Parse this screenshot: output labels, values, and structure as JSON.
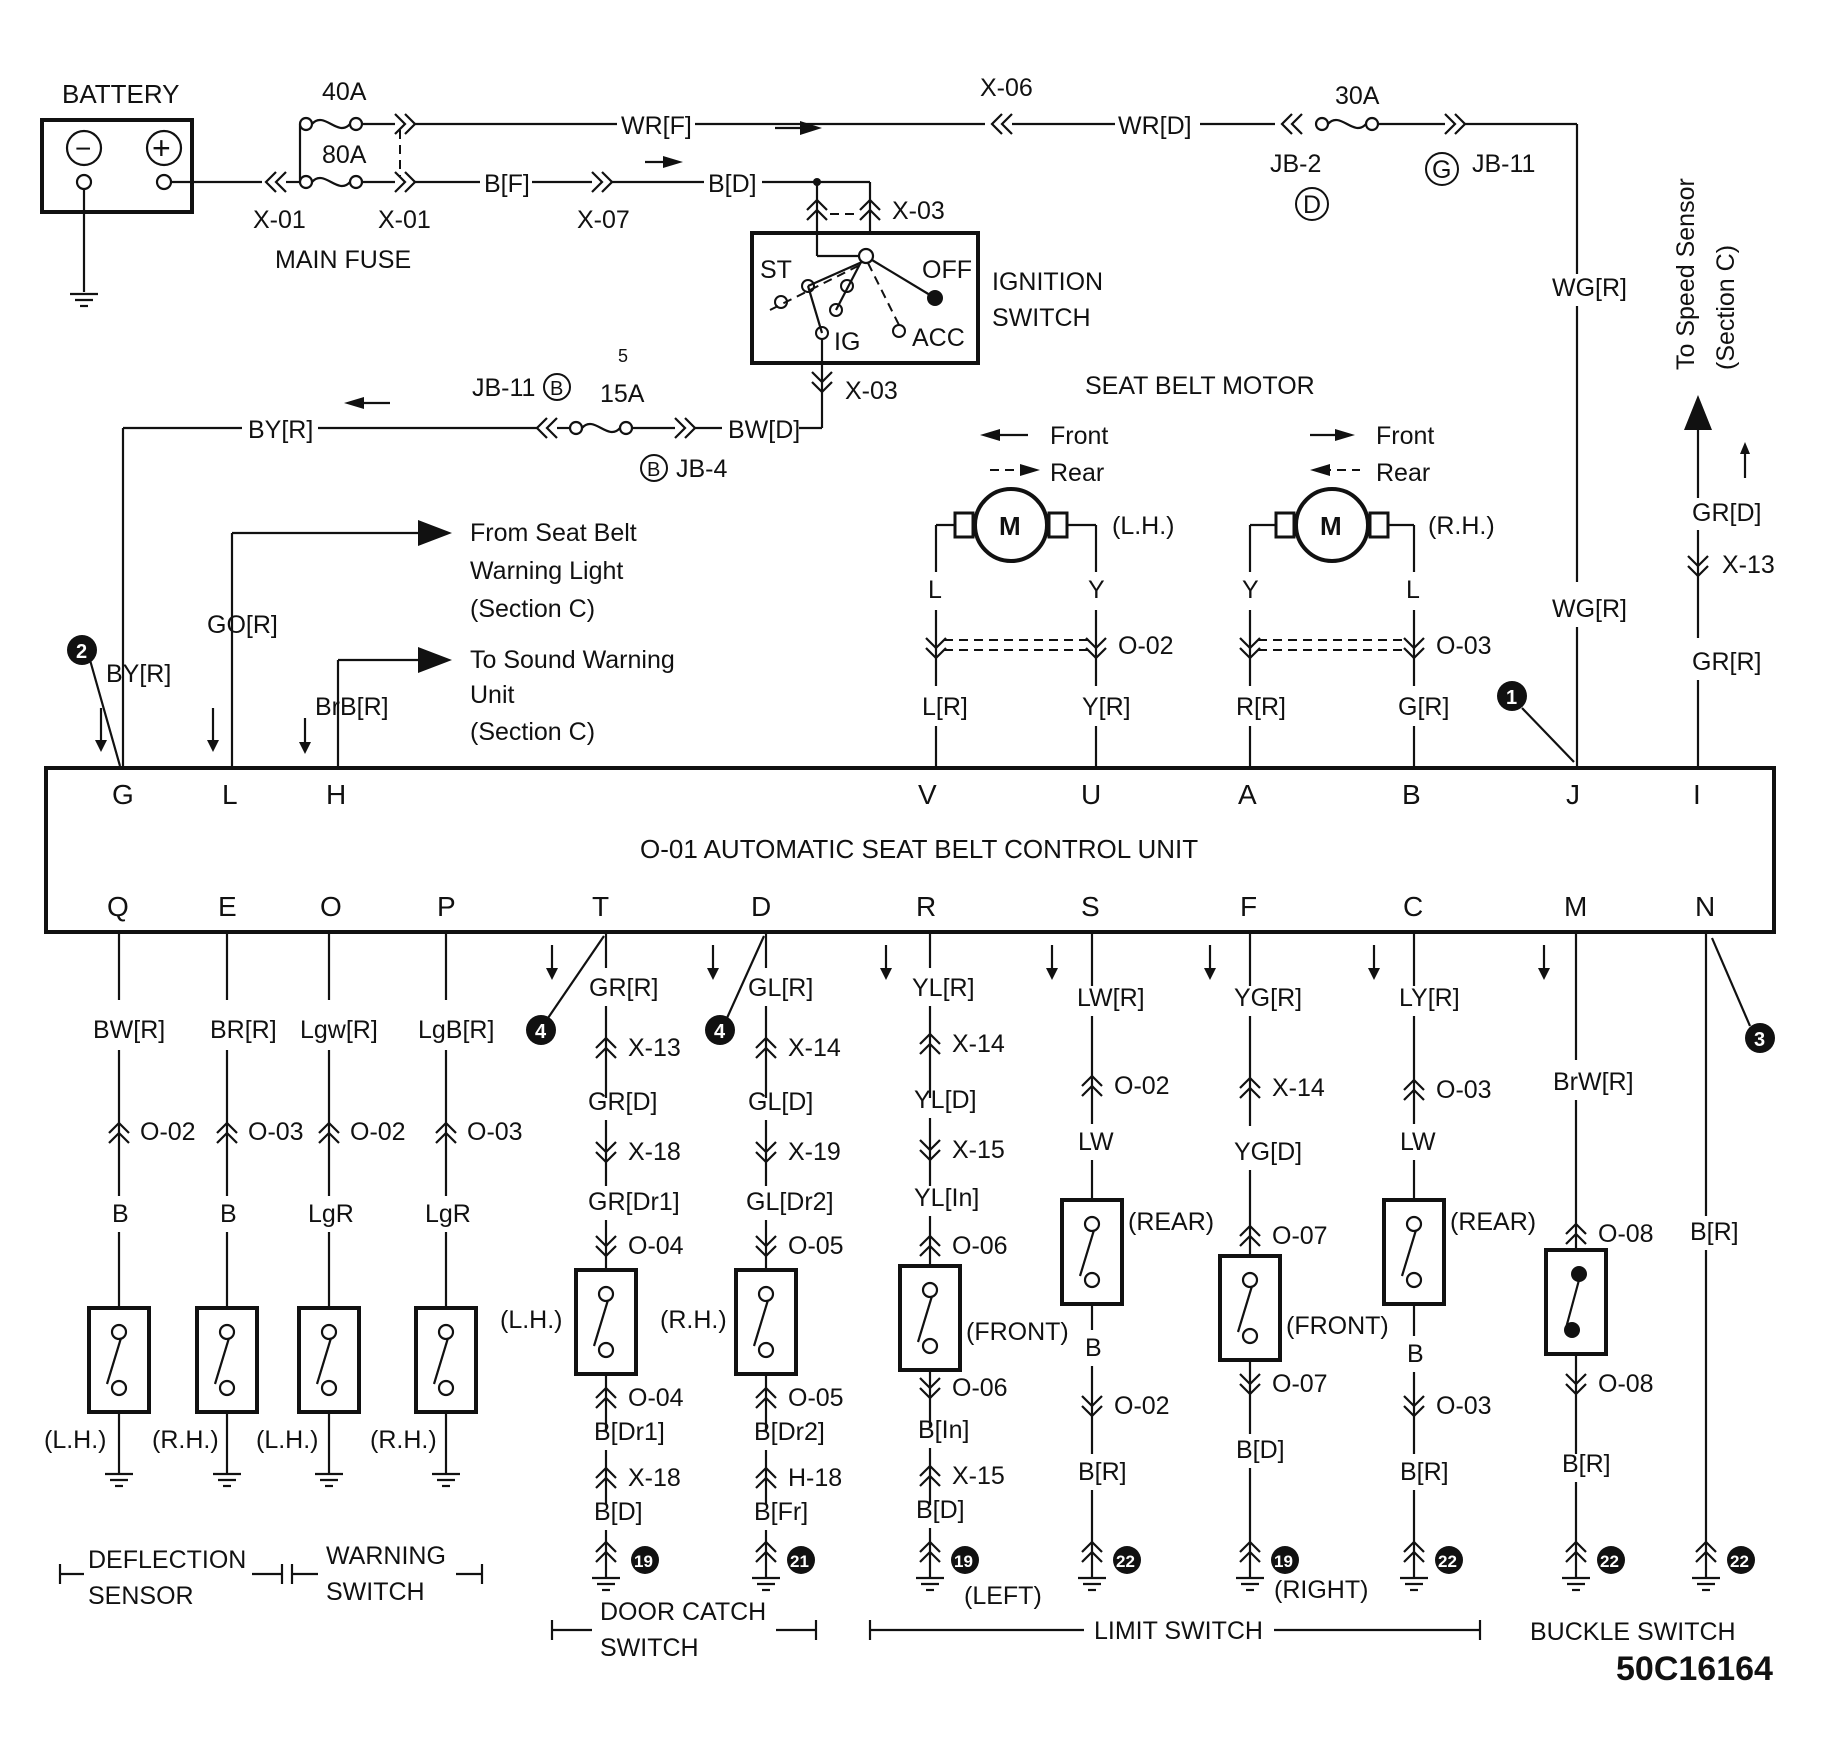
{
  "battery": {
    "label": "BATTERY",
    "minus": "−",
    "plus": "+"
  },
  "main_fuse": {
    "label": "MAIN FUSE",
    "f1": "40A",
    "f2": "80A",
    "conn_left": "X-01",
    "conn_right": "X-01"
  },
  "top_wires": {
    "wr_f": "WR[F]",
    "x06": "X-06",
    "wr_d": "WR[D]",
    "jb2": "JB-2",
    "jb2_letter": "D",
    "fuse30": "30A",
    "jb11_letter": "G",
    "jb11": "JB-11",
    "b_f": "B[F]",
    "x07": "X-07",
    "b_d": "B[D]",
    "wg_r1": "WG[R]",
    "wg_r2": "WG[R]"
  },
  "ignition": {
    "label1": "IGNITION",
    "label2": "SWITCH",
    "x03_top": "X-03",
    "x03_bottom": "X-03",
    "st": "ST",
    "ig": "IG",
    "off": "OFF",
    "acc": "ACC"
  },
  "fuse15": {
    "jb11": "JB-11",
    "jb11_letter": "B",
    "num": "5",
    "rating": "15A",
    "jb4_letter": "B",
    "jb4": "JB-4",
    "by_r": "BY[R]",
    "bw_d": "BW[D]"
  },
  "speed_sensor": {
    "line1": "To Speed Sensor",
    "line2": "(Section C)",
    "gr_d": "GR[D]",
    "x13": "X-13",
    "gr_r": "GR[R]"
  },
  "seat_motor": {
    "title": "SEAT BELT MOTOR",
    "front": "Front",
    "rear": "Rear",
    "m": "M",
    "lh": "(L.H.)",
    "rh": "(R.H.)",
    "l1": "L",
    "y1": "Y",
    "y2": "Y",
    "l2": "L",
    "o02": "O-02",
    "o03": "O-03",
    "lr": "L[R]",
    "yr": "Y[R]",
    "rr": "R[R]",
    "gr": "G[R]"
  },
  "left_wires": {
    "by_r": "BY[R]",
    "go_r": "GO[R]",
    "brb_r": "BrB[R]",
    "from1": "From Seat Belt",
    "from2": "Warning Light",
    "from3": "(Section C)",
    "to1": "To Sound Warning",
    "to2": "Unit",
    "to3": "(Section C)"
  },
  "control_unit": {
    "title": "O-01 AUTOMATIC SEAT BELT CONTROL UNIT",
    "top_pins": [
      "G",
      "L",
      "H",
      "V",
      "U",
      "A",
      "B",
      "J",
      "I"
    ],
    "bottom_pins": [
      "Q",
      "E",
      "O",
      "P",
      "T",
      "D",
      "R",
      "S",
      "F",
      "C",
      "M",
      "N"
    ]
  },
  "callouts": {
    "c1": "1",
    "c2": "2",
    "c3": "3",
    "c4a": "4",
    "c4b": "4"
  },
  "bottom_columns": [
    {
      "w1": "BW[R]",
      "c1": "O-02",
      "w2": "B",
      "side": "(L.H.)"
    },
    {
      "w1": "BR[R]",
      "c1": "O-03",
      "w2": "B",
      "side": "(R.H.)"
    },
    {
      "w1": "Lgw[R]",
      "c1": "O-02",
      "w2": "LgR",
      "side": "(L.H.)"
    },
    {
      "w1": "LgB[R]",
      "c1": "O-03",
      "w2": "LgR",
      "side": "(R.H.)"
    },
    {
      "w1": "GR[R]",
      "c1": "X-13",
      "w2": "GR[D]",
      "c2": "X-18",
      "w3": "GR[Dr1]",
      "c3": "O-04",
      "side": "(L.H.)",
      "c4": "O-04",
      "w4": "B[Dr1]",
      "c5": "X-18",
      "w5": "B[D]",
      "gnd": "19"
    },
    {
      "w1": "GL[R]",
      "c1": "X-14",
      "w2": "GL[D]",
      "c2": "X-19",
      "w3": "GL[Dr2]",
      "c3": "O-05",
      "side": "(R.H.)",
      "c4": "O-05",
      "w4": "B[Dr2]",
      "c5": "H-18",
      "w5": "B[Fr]",
      "gnd": "21"
    },
    {
      "w1": "YL[R]",
      "c1": "X-14",
      "w2": "YL[D]",
      "c2": "X-15",
      "w3": "YL[In]",
      "c3": "O-06",
      "side": "(FRONT)",
      "c4": "O-06",
      "w4": "B[In]",
      "c5": "X-15",
      "w5": "B[D]",
      "gnd": "19"
    },
    {
      "w1": "LW[R]",
      "c1": "O-02",
      "w2": "LW",
      "side": "(REAR)",
      "w3": "B",
      "c2": "O-02",
      "w4": "B[R]",
      "gnd": "22"
    },
    {
      "w1": "YG[R]",
      "c1": "X-14",
      "w2": "YG[D]",
      "c2": "O-07",
      "side": "(FRONT)",
      "c3": "O-07",
      "w3": "B[D]",
      "gnd": "19"
    },
    {
      "w1": "LY[R]",
      "c1": "O-03",
      "w2": "LW",
      "side": "(REAR)",
      "w3": "B",
      "c2": "O-03",
      "w4": "B[R]",
      "gnd": "22"
    },
    {
      "w1": "BrW[R]",
      "c1": "O-08",
      "c2": "O-08",
      "w2": "B[R]",
      "gnd": "22"
    },
    {
      "w1": "B[R]",
      "gnd": "22"
    }
  ],
  "groups": {
    "deflection1": "DEFLECTION",
    "deflection2": "SENSOR",
    "warning1": "WARNING",
    "warning2": "SWITCH",
    "door1": "DOOR CATCH",
    "door2": "SWITCH",
    "left": "(LEFT)",
    "limit": "LIMIT SWITCH",
    "right": "(RIGHT)",
    "buckle": "BUCKLE SWITCH"
  },
  "code": "50C16164"
}
